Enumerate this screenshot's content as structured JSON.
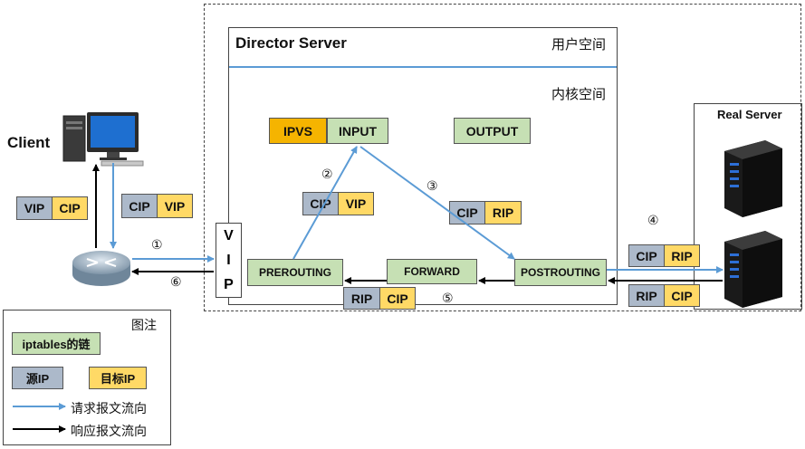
{
  "client": {
    "label": "Client"
  },
  "director": {
    "title": "Director Server",
    "user_space": "用户空间",
    "kernel_space": "内核空间"
  },
  "real_server": {
    "label": "Real Server"
  },
  "chains": {
    "ipvs": "IPVS",
    "input": "INPUT",
    "output": "OUTPUT",
    "prerouting": "PREROUTING",
    "forward": "FORWARD",
    "postrouting": "POSTROUTING"
  },
  "vip_vertical": [
    "V",
    "I",
    "P"
  ],
  "packets": {
    "client_out": {
      "src": "CIP",
      "dst": "VIP"
    },
    "client_in": {
      "src": "VIP",
      "dst": "CIP"
    },
    "after_prerouting": {
      "src": "CIP",
      "dst": "VIP"
    },
    "after_input": {
      "src": "CIP",
      "dst": "RIP"
    },
    "to_real_server": {
      "src": "CIP",
      "dst": "RIP"
    },
    "from_real_server": {
      "src": "RIP",
      "dst": "CIP"
    },
    "after_forward": {
      "src": "RIP",
      "dst": "CIP"
    }
  },
  "steps": [
    "①",
    "②",
    "③",
    "④",
    "⑤",
    "⑥"
  ],
  "legend": {
    "title": "图注",
    "chain": "iptables的链",
    "src_ip": "源IP",
    "dst_ip": "目标IP",
    "request_flow": "请求报文流向",
    "response_flow": "响应报文流向"
  },
  "colors": {
    "request_arrow": "#5b9bd5",
    "response_arrow": "#000000",
    "chain_fill": "#c6e0b4",
    "src_fill": "#acb9ca",
    "dst_fill": "#ffd966",
    "ipvs_fill": "#f5b400"
  }
}
